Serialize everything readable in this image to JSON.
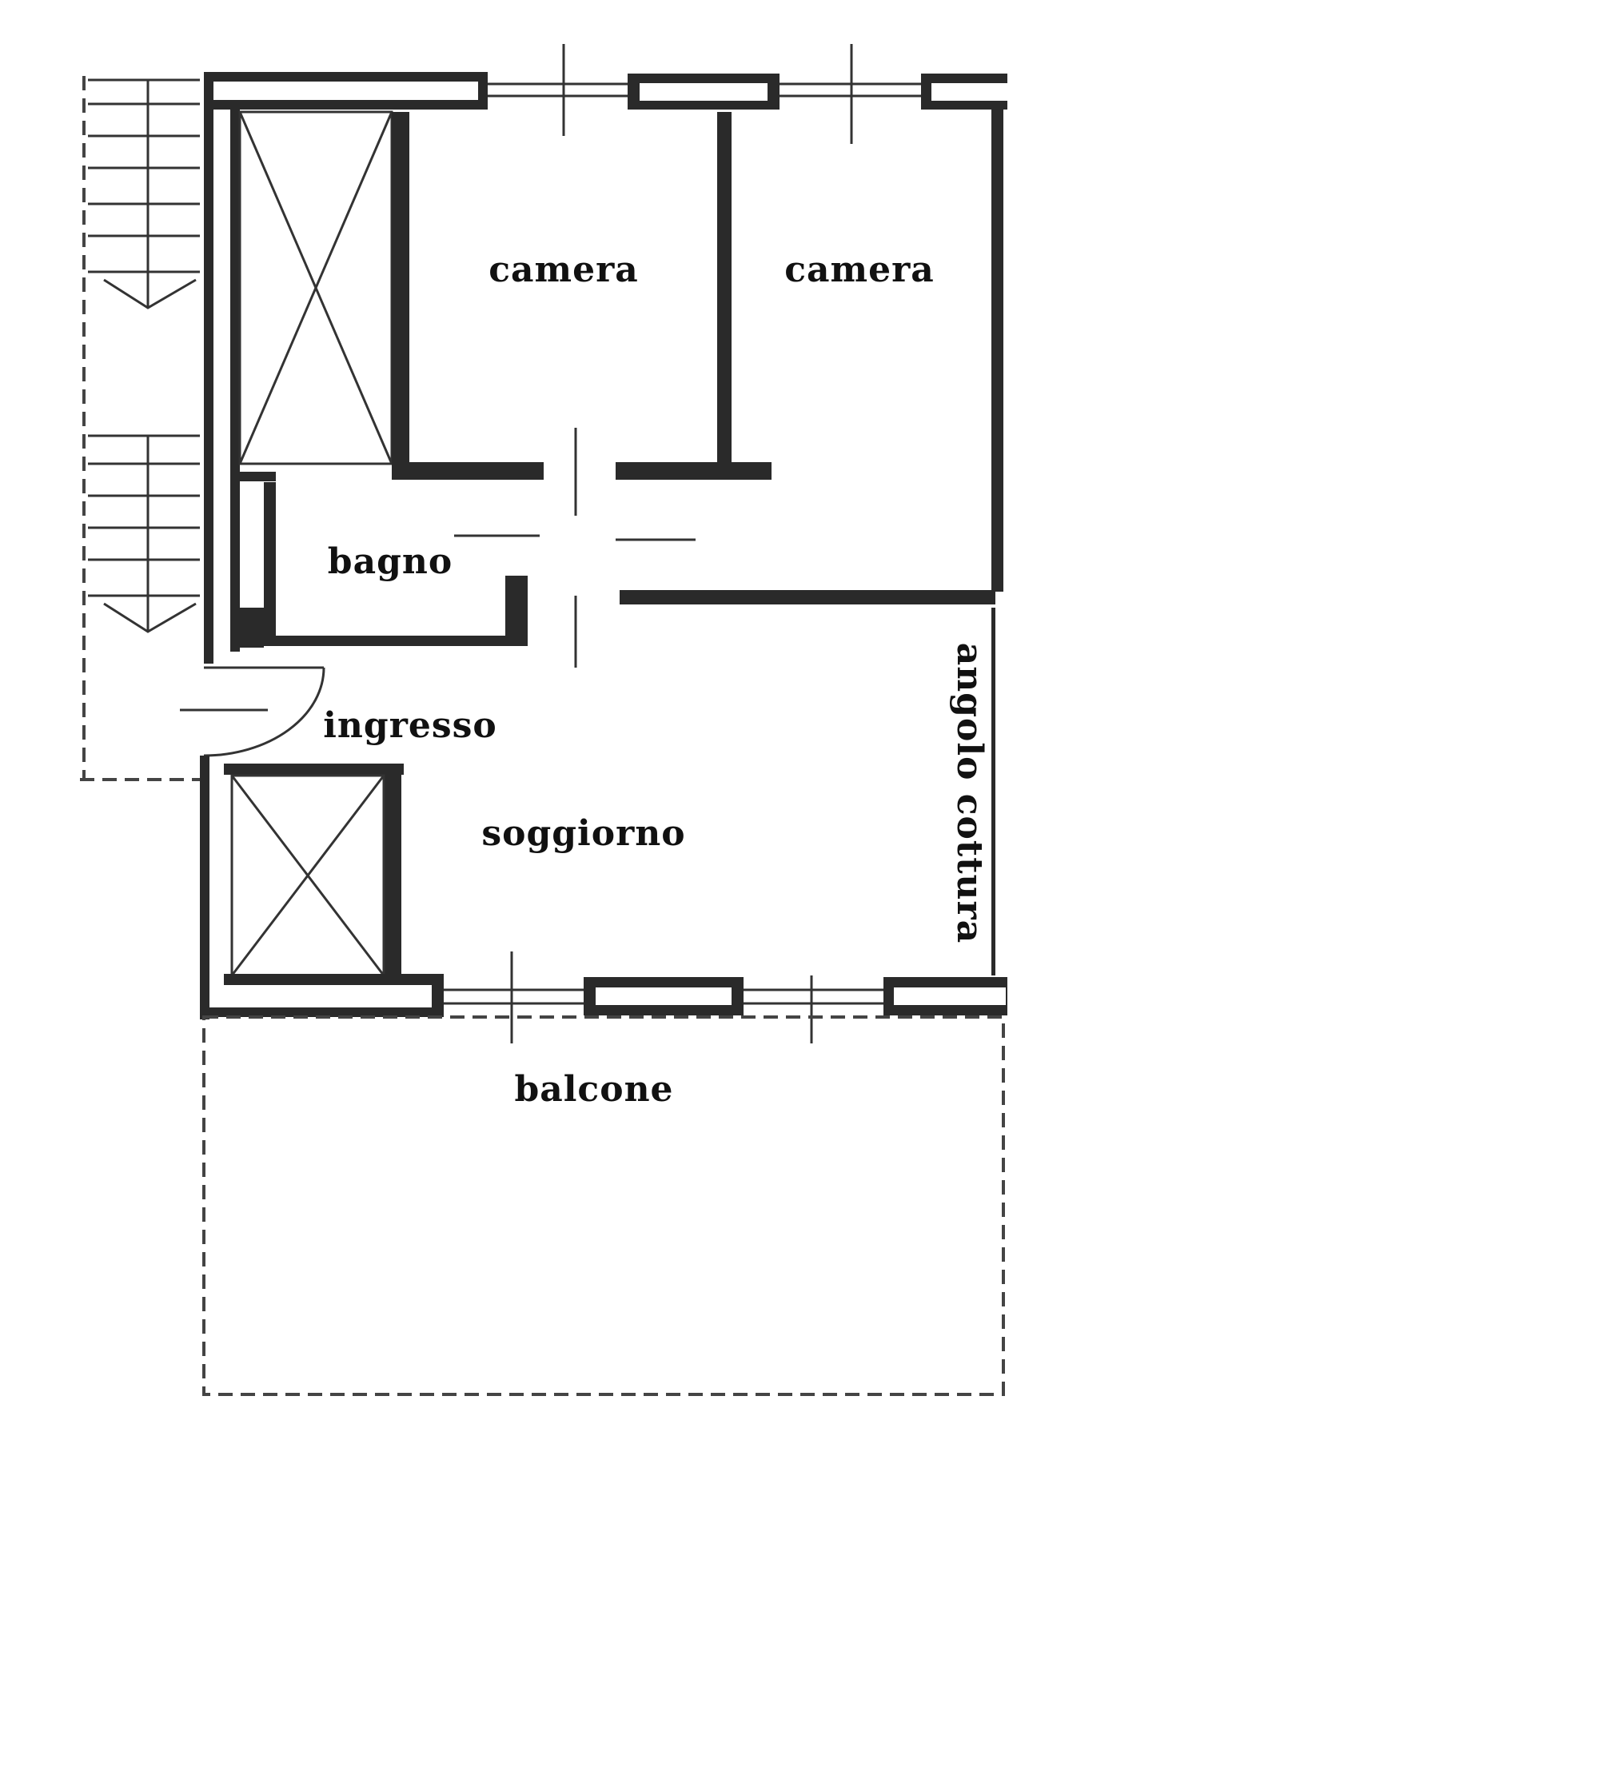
{
  "plan": {
    "rooms": {
      "camera_1": "camera",
      "camera_2": "camera",
      "bagno": "bagno",
      "ingresso": "ingresso",
      "soggiorno": "soggiorno",
      "angolo_cottura": "angolo cottura",
      "balcone": "balcone"
    }
  }
}
